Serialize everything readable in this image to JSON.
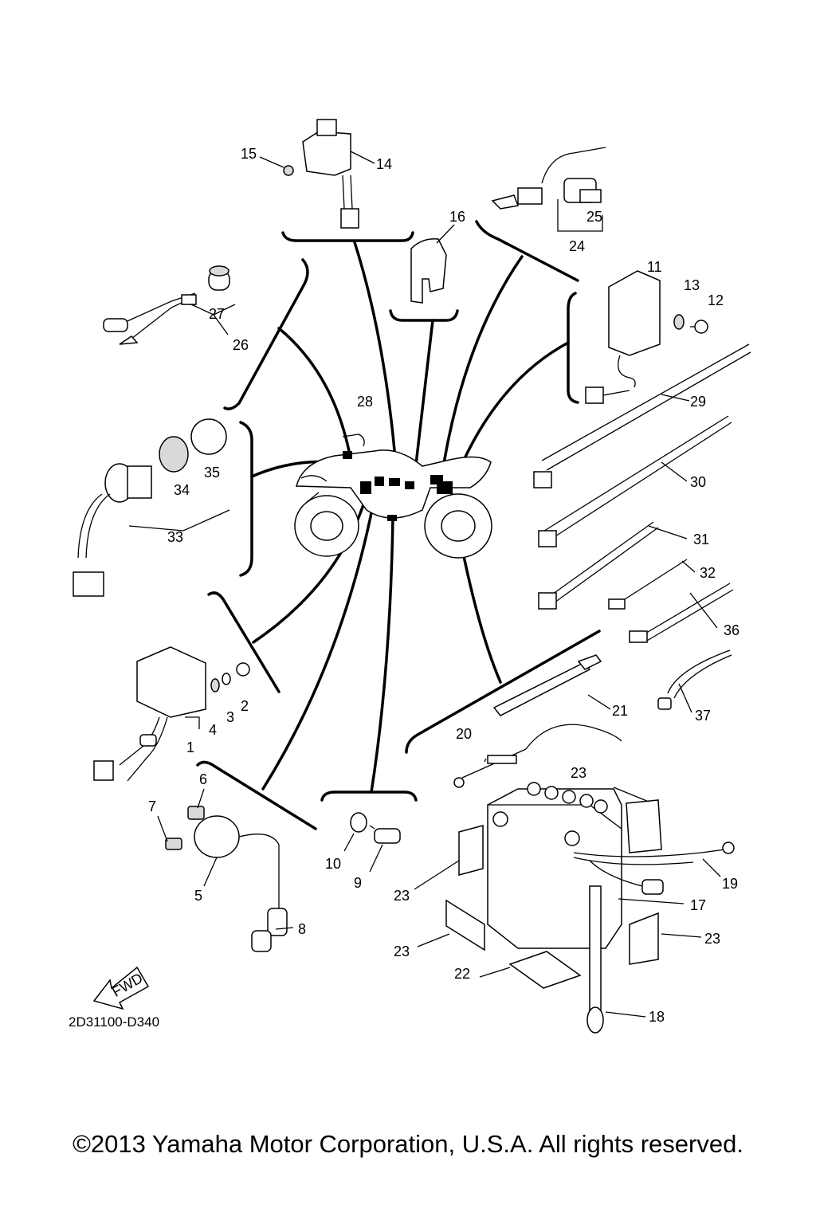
{
  "diagram_code": "2D31100-D340",
  "fwd_label": "FWD",
  "copyright": "©2013 Yamaha Motor Corporation, U.S.A. All rights reserved.",
  "callouts": [
    "1",
    "2",
    "3",
    "4",
    "5",
    "6",
    "7",
    "8",
    "9",
    "10",
    "11",
    "12",
    "13",
    "14",
    "15",
    "16",
    "17",
    "18",
    "19",
    "20",
    "21",
    "22",
    "23",
    "23",
    "23",
    "23",
    "24",
    "25",
    "26",
    "27",
    "28",
    "29",
    "30",
    "31",
    "32",
    "33",
    "34",
    "35",
    "36",
    "37"
  ]
}
